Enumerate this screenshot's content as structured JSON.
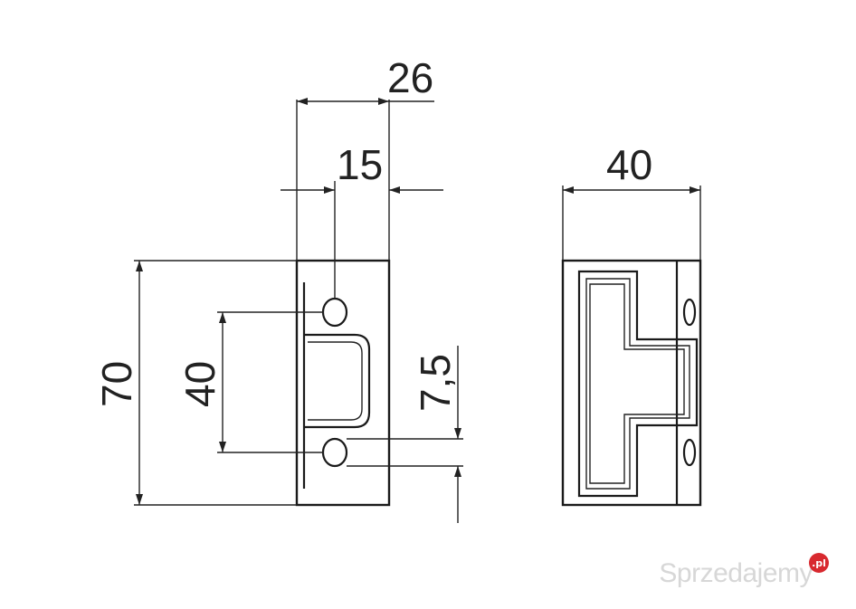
{
  "front_view": {
    "dim_overall_width": "26",
    "dim_hole_offset": "15",
    "dim_height": "70",
    "dim_hole_spacing": "40",
    "dim_edge_offset": "7,5"
  },
  "side_view": {
    "dim_width": "40"
  },
  "watermark": {
    "text": "Sprzedajemy",
    "badge": ".pl"
  }
}
